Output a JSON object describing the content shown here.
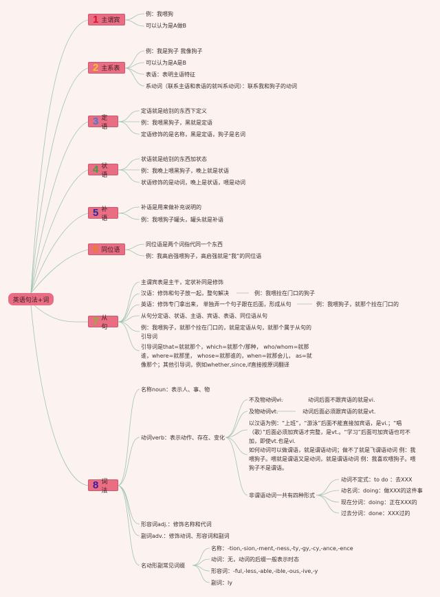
{
  "root": {
    "label": "英语句法+词"
  },
  "branches": [
    {
      "num": "1",
      "num_color": "#e0102a",
      "label": "主谓宾",
      "items": [
        "例：我喂狗",
        "可以认为是A做B"
      ]
    },
    {
      "num": "2",
      "num_color": "#f5c22a",
      "label": "主系表",
      "items": [
        "例：我是狗子 我像狗子",
        "可以认为是A是B",
        "表语：表明主语特征",
        "系动词（联系主语和表语的就叫系动词）：联系我和狗子的动词"
      ]
    },
    {
      "num": "3",
      "num_color": "#3a7fd6",
      "label": "定语",
      "items": [
        "定语就是给别的东西下定义",
        "例：我喂黑狗子，黑就是定语",
        "定语修饰的是名称，黑是定语，狗子是名词"
      ]
    },
    {
      "num": "4",
      "num_color": "#3aa040",
      "label": "状语",
      "items": [
        "状语就是给别的东西加状态",
        "例：我晚上喂黑狗子，晚上就是状语",
        "状语修饰的是动词，晚上是状语，喂是动词"
      ]
    },
    {
      "num": "5",
      "num_color": "#2a2a9a",
      "label": "补语",
      "items": [
        "补语是用来做补充说明的",
        "例：我喂狗子罐头，罐头就是补语"
      ]
    },
    {
      "num": "6",
      "num_color": "#f07a20",
      "label": "同位语",
      "items": [
        "同位语是两个词指代同一个东西",
        "例：我高启强喂狗子，高启强就是“我”的同位语"
      ]
    },
    {
      "num": "7",
      "num_color": "#8ab82a",
      "label": "从句",
      "items": [
        "主谓宾表是主干，定状补同是修饰",
        "汉语：修饰和句子放一起，整句解决",
        "英语：修饰专门拿出来， 单独弄一个句子跟在后面，形成从句",
        "从句分定语、状语、主语、宾语、表语、同位语从句",
        "例：我喂狗子，就那个拴在门口的，就是定语从句，就那个属于从句的引导词",
        "引导词是that=就就那个，which=就那个/那种， who/whom=就那谁，where=就那里， whose=就那谁的，when=就那会儿， as=就像那个；其他引导词，例如whether,since,if直接按原词翻译"
      ],
      "examples": [
        "例：我喂拴在门口的狗子",
        "例：我喂狗子，就那个拴在门口的"
      ]
    },
    {
      "num": "8",
      "num_color": "#3a1aa0",
      "label": "词法",
      "noun": "名称noun：表示人、事、物",
      "verb": {
        "label": "动词verb：表示动作、存在、变化",
        "vi": {
          "label": "不及物动词vi.",
          "desc": "动词后面不跟宾语的就是vi."
        },
        "vt": {
          "label": "及物动词vt.",
          "desc": "动词后面必须跟宾语的就是vt."
        },
        "example": "以汉语为例：“上班”，“游泳”后面不能直接加宾语，是vi.；“唱（歌）”后面必须加宾语才完整，是vt.。“学习”后面可加宾语也可不加，即使vt.也是vi.",
        "predicate": "如何动词可以做谓语，就是谓语动词；做不了就是飞谓语动词 例：我喂狗子。喂就是谓语又是动词，就是谓语动词 例：我喜欢喂狗子。喂狗子不是谓语。",
        "nonfinite": {
          "label": "非谓语动词一共有四种形式",
          "forms": [
            "动词不定式：to do ：去XXX",
            "动名词：doing：做XXX的这件事",
            "现在分词：doing：正在XXX的",
            "过去分词：done：XXX过的"
          ]
        }
      },
      "adj": "形容词adj.：修饰名称和代词",
      "adv": "副词adv.：修饰动词、形容词和副词",
      "suffix": {
        "label": "名动形副常见词缀",
        "items": [
          "名称：-tion,-sion,-ment,-ness,-ty,-gy,-cy,-ance,-ence",
          "动词：无，动词的后缀一般表示时态",
          "形容词：-ful,-less,-able,-ible,-ous,-ive,-y",
          "副词：ly"
        ]
      }
    }
  ],
  "colors": {
    "background": "#fcf2ef",
    "node_fill": "#e96e84",
    "line": "#a8c8b0"
  }
}
